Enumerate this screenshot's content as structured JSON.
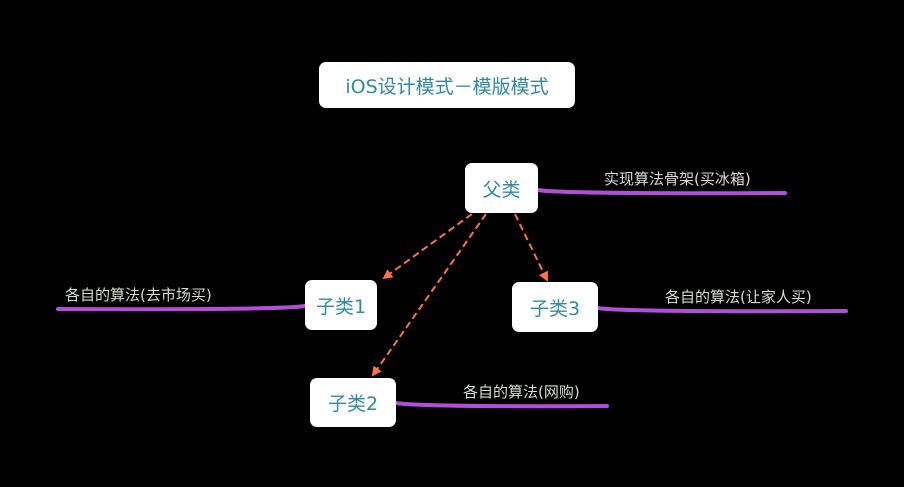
{
  "title": "iOS设计模式－模版模式",
  "nodes": {
    "parent": "父类",
    "child1": "子类1",
    "child2": "子类2",
    "child3": "子类3"
  },
  "notes": {
    "parent": "实现算法骨架(买冰箱)",
    "child1": "各自的算法(去市场买)",
    "child2": "各自的算法(网购)",
    "child3": "各自的算法(让家人买)"
  },
  "colors": {
    "arrow": "#ff7043",
    "connector": "#b04fd8",
    "node_text": "#2f8aa6"
  }
}
